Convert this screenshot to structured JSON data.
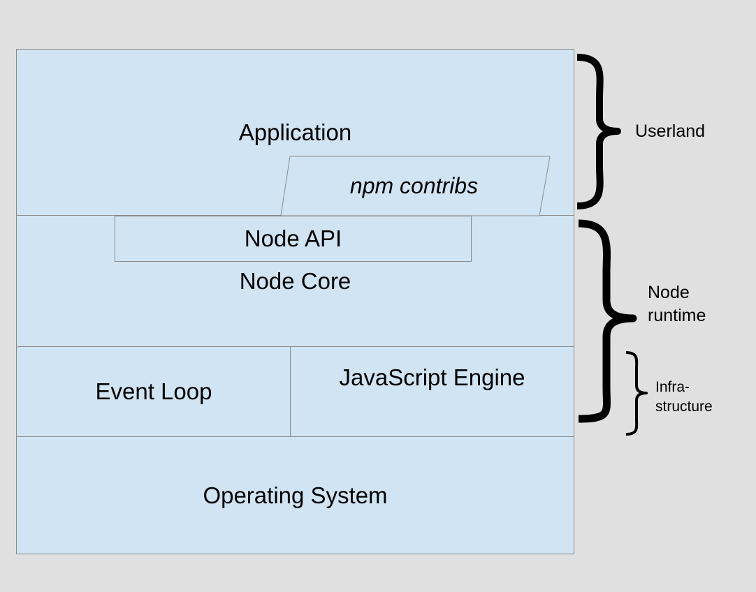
{
  "layers": {
    "application": "Application",
    "npm_contribs": "npm contribs",
    "node_api": "Node API",
    "node_core": "Node Core",
    "event_loop": "Event Loop",
    "javascript_engine": "JavaScript Engine",
    "operating_system": "Operating System"
  },
  "brackets": {
    "userland": "Userland",
    "node_runtime": "Node runtime",
    "infrastructure": "Infra- structure"
  },
  "colors": {
    "background": "#e0e0e0",
    "layer_fill": "#d0e4f3",
    "layer_border": "#8a8a8a",
    "text": "#000000"
  }
}
